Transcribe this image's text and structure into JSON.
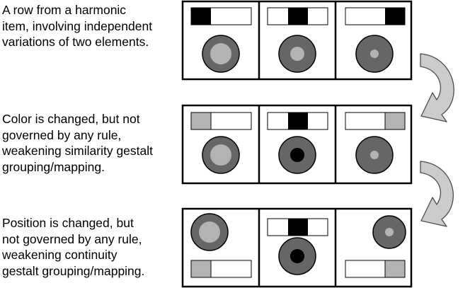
{
  "colors": {
    "black": "#000000",
    "dark_gray": "#666666",
    "light_gray": "#b3b3b3",
    "white": "#ffffff",
    "arrow_fill": "#cccccc",
    "arrow_stroke": "#4d4d4d"
  },
  "rows": [
    {
      "caption_lines": [
        "A row from a harmonic",
        "item, involving independent",
        "variations of two elements."
      ]
    },
    {
      "caption_lines": [
        "Color is changed, but not",
        "governed by any rule,",
        "weakening similarity gestalt",
        "grouping/mapping."
      ]
    },
    {
      "caption_lines": [
        "Position is changed, but",
        "not governed by any rule,",
        "weakening continuity",
        "gestalt grouping/mapping."
      ]
    }
  ]
}
